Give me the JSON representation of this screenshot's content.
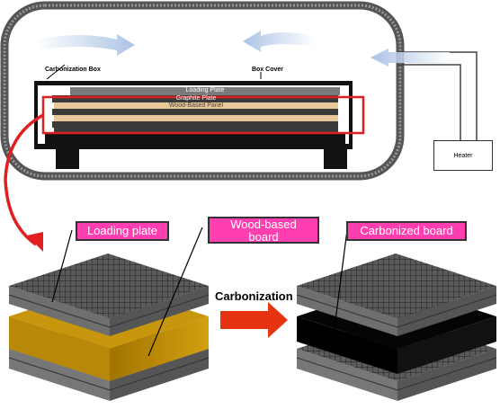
{
  "furnace": {
    "carbonization_box": "Carbonization Box",
    "box_cover": "Box Cover",
    "loading_plate": "Loading Plate",
    "graphite_plate": "Graphite Plate",
    "wood_panel": "Wood-Based Panel",
    "heater": "Heater"
  },
  "stacks": {
    "loading_plate": "Loading plate",
    "wood_board_line1": "Wood-based",
    "wood_board_line2": "board",
    "carbonized_board": "Carbonized board",
    "process": "Carbonization"
  },
  "colors": {
    "highlight": "#e02020",
    "label_bg": "#ff3fb0",
    "arrow": "#e63312",
    "wood": "#c8960c"
  }
}
